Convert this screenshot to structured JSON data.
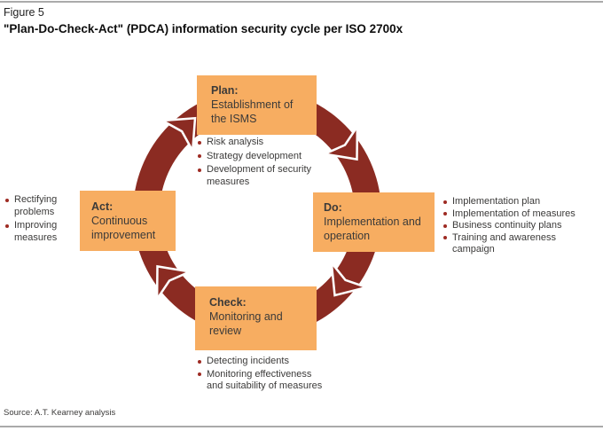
{
  "figure": {
    "label": "Figure 5",
    "title": "\"Plan-Do-Check-Act\" (PDCA) information security cycle per ISO 2700x",
    "source": "Source: A.T. Kearney analysis"
  },
  "colors": {
    "box_orange": "#F7AD61",
    "ring_maroon": "#8B2B22",
    "text_dark": "#3B3A39",
    "bullet_dot": "#9E2B23",
    "rule_gray": "#AAAAAA"
  },
  "cycle": {
    "plan": {
      "heading": "Plan:",
      "body": "Establishment of the ISMS",
      "bullets": [
        "Risk analysis",
        "Strategy development",
        "Development of security measures"
      ]
    },
    "do": {
      "heading": "Do:",
      "body": "Implementation and operation",
      "bullets": [
        "Implementation plan",
        "Implementation of measures",
        "Business continuity plans",
        "Training and awareness campaign"
      ]
    },
    "check": {
      "heading": "Check:",
      "body": "Monitoring and review",
      "bullets": [
        "Detecting incidents",
        "Monitoring effectiveness and suitability of measures"
      ]
    },
    "act": {
      "heading": "Act:",
      "body": "Continuous improvement",
      "bullets": [
        "Rectifying problems",
        "Improving measures"
      ]
    }
  }
}
